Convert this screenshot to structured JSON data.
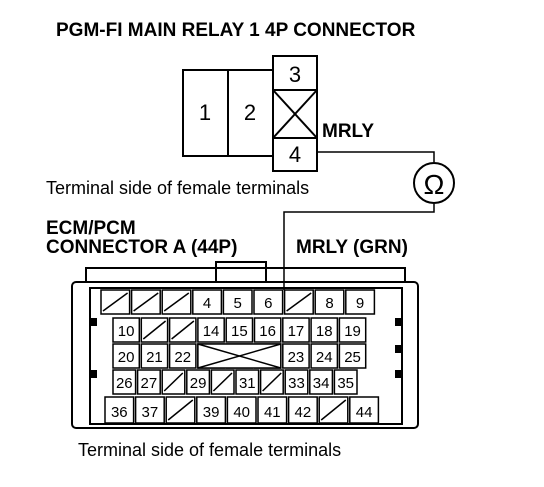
{
  "title": "PGM-FI MAIN RELAY 1 4P CONNECTOR",
  "relay_connector": {
    "terminals": [
      "1",
      "2",
      "3",
      "4"
    ],
    "caption": "Terminal side of female terminals",
    "wire_label": "MRLY"
  },
  "ohmmeter_symbol": "Ω",
  "ecm_connector": {
    "title_line1": "ECM/PCM",
    "title_line2": "CONNECTOR A (44P)",
    "wire_label": "MRLY (GRN)",
    "caption": "Terminal side of female terminals",
    "row1": [
      "",
      "",
      "",
      "4",
      "5",
      "6",
      "",
      "8",
      "9"
    ],
    "row2": [
      "10",
      "",
      "",
      "14",
      "15",
      "16",
      "17",
      "18",
      "19"
    ],
    "row3": [
      "20",
      "21",
      "22",
      "",
      "",
      "",
      "23",
      "24",
      "25"
    ],
    "row4": [
      "26",
      "27",
      "",
      "29",
      "",
      "31",
      "",
      "33",
      "34",
      "35"
    ],
    "row5": [
      "36",
      "37",
      "",
      "39",
      "40",
      "41",
      "42",
      "",
      "44"
    ]
  }
}
